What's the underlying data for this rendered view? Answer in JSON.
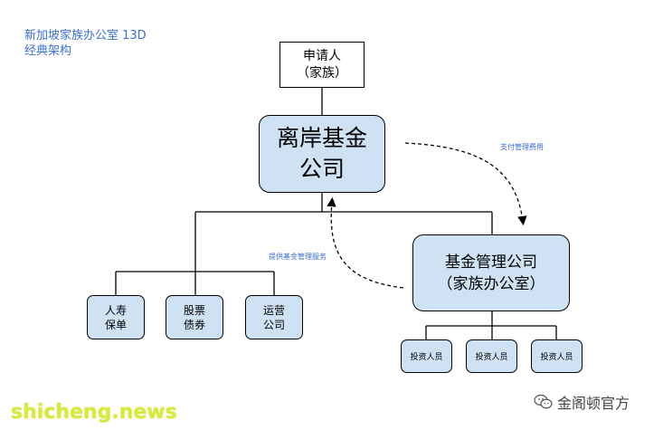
{
  "title": {
    "line1": "新加坡家族办公室 13D",
    "line2": "经典架构"
  },
  "nodes": {
    "applicant": {
      "line1": "申请人",
      "line2": "（家族）"
    },
    "offshore_fund": {
      "line1": "离岸基金",
      "line2": "公司"
    },
    "fund_manager": {
      "line1": "基金管理公司",
      "line2": "（家族办公室）"
    },
    "insurance": {
      "line1": "人寿",
      "line2": "保单"
    },
    "stocks": {
      "line1": "股票",
      "line2": "债券"
    },
    "operating": {
      "line1": "运营",
      "line2": "公司"
    },
    "investor_1": "投资人员",
    "investor_2": "投资人员",
    "investor_3": "投资人员"
  },
  "annotations": {
    "pay_fee": "支付管理费用",
    "provide_service": "提供基金管理服务"
  },
  "watermark": {
    "left": "shicheng.news",
    "right": "金阁顿官方"
  },
  "colors": {
    "node_fill": "#cfe2f3",
    "title_text": "#3b6fd6",
    "watermark_left": "#d8ea3a"
  }
}
